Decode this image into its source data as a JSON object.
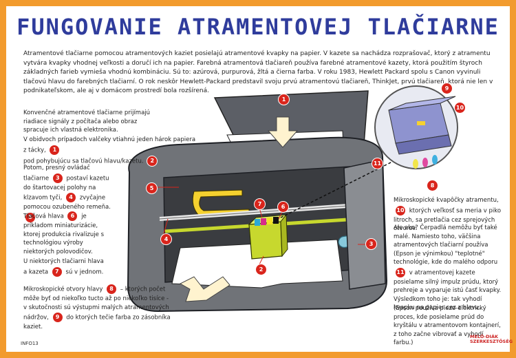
{
  "title": "FUNGOVANIE ATRAMENTOVEJ TLAČIARNE",
  "intro": "Atramentové tlačiarne pomocou atramentových kaziet posielajú atramentové kvapky na papier. V kazete sa nachádza rozprašovač, ktorý z atramentu vytvára kvapky vhodnej veľkosti a doručí ich na papier. Farebná atramentová tlačiareň používa farebné atramentové kazety, ktorá použitím štyroch základných farieb vymieša vhodnú kombináciu. Sú to: azúrová, purpurová, žltá a čierna farba. V roku 1983, Hewlett Packard spolu s Canon vyvinuli tlačovú hlavu do farebných tlačiarní. O rok neskôr Hewlett-Packard predstavil svoju prvú atramentovú tlačiareň, ThinkJet, prvú tlačiareň, ktorá nie len v podnikateľskom, ale aj v domácom prostredí bola rozšírená.",
  "left": {
    "p0": "Konvenčné atramentové tlačiarne prijímajú riadiace signály z počítača alebo obraz spracuje ich vlastná elektronika.",
    "p1a": "V obidvoch prípadoch valčeky vtiahnú jeden hárok papiera z tácky,",
    "p1b": "pod pohybujúcu sa tlačovú hlavu/kazetu.",
    "p2a": "Potom, presný ovládač tlačiarne",
    "p2b": "postaví kazetu do štartovacej polohy na klzavom tyči,",
    "p2c": "zvyčajne pomocou ozubeného remeňa.",
    "p3a": "Tlačová hlava",
    "p3b": "je príkladom miniaturizácie, ktorej produkcia rivalizuje s technológiou výroby niektorých polovodičov.",
    "p4a": "U niektorých tlačiarni hlava a kazeta",
    "p4b": "sú v jednom.",
    "p5a": "Mikroskopické otvory hlavy",
    "p5b": "– ktorých počet môže byť od niekoľko tucto až po niekoľko tisíce - v skutočnosti sú výstupmi malých atramentových nádržov,",
    "p5c": "do ktorých tečie farba zo zásobníka kaziet."
  },
  "right": {
    "p1a": "Mikroskopické kvapôčky atramentu,",
    "p1b": "ktorých veľkosť sa meria v piko litroch, sa pretlačia cez sprejových otvorov.",
    "p2a": "Ale ako? Čerpadlá nemôžu byť také malé. Namiesto toho, väčšina atramentových tlačiarní používa (Epson je výnimkou) \"teplotné\" technológie, kde do malého odporu",
    "p2b": "v atramentovej kazete posielame silný impulz prúdu, ktorý prehreje a vyparuje istú časť kvapky. Výsledkom toho je: tak vyhodí kvapku na papier cez z hlavu.",
    "p3": "(Epson používa piezo-elektrický proces, kde posielame prúd do kryštálu v atramentovom kontajnerí, z toho začne vibrovať a vyhodí farbu.)"
  },
  "badges": [
    "1",
    "2",
    "3",
    "4",
    "5",
    "6",
    "7",
    "8",
    "9",
    "10",
    "11"
  ],
  "footer": {
    "code": "INFO13",
    "logo": "MELÓ-DIÁK\nSZERKESZTŐSÉG"
  },
  "colors": {
    "border": "#f29b2e",
    "title": "#2f3c9c",
    "badge": "#d9251c"
  }
}
